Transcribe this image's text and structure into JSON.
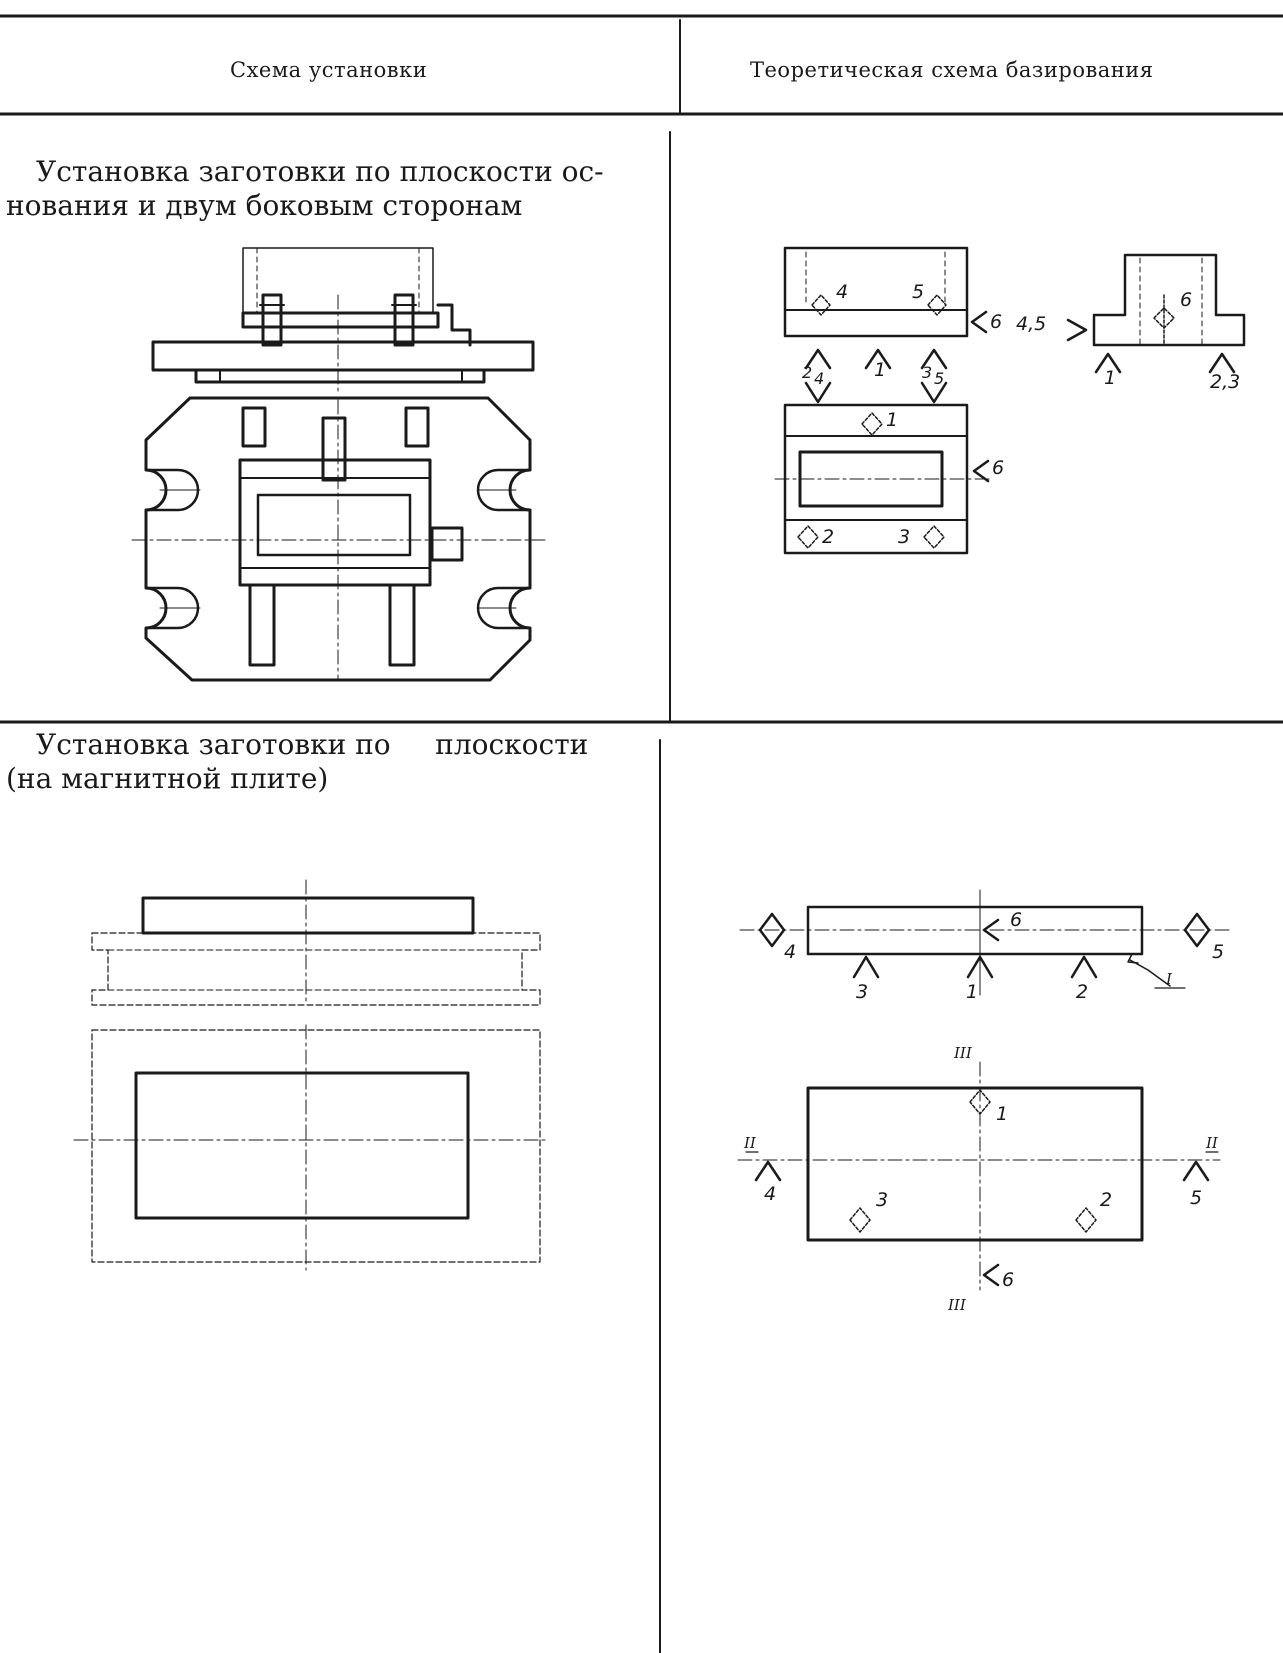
{
  "table": {
    "col1_header": "Схема установки",
    "col2_header": "Теоретическая схема базирования"
  },
  "rows": [
    {
      "title_line1": "Установка заготовки по плоскости ос-",
      "title_line2": "нования и двум боковым сторонам",
      "labels": [
        "4",
        "5",
        "6",
        "2",
        "4",
        "1",
        "3",
        "5",
        "4,5",
        "6",
        "1",
        "2,3",
        "1",
        "6",
        "2",
        "3"
      ]
    },
    {
      "title_line1": "Установка заготовки по     плоскости",
      "title_line2": "(на магнитной плите)",
      "labels": [
        "6",
        "4",
        "5",
        "3",
        "1",
        "2",
        "I",
        "III",
        "1",
        "II",
        "II",
        "4",
        "5",
        "3",
        "2",
        "6",
        "III"
      ]
    }
  ]
}
